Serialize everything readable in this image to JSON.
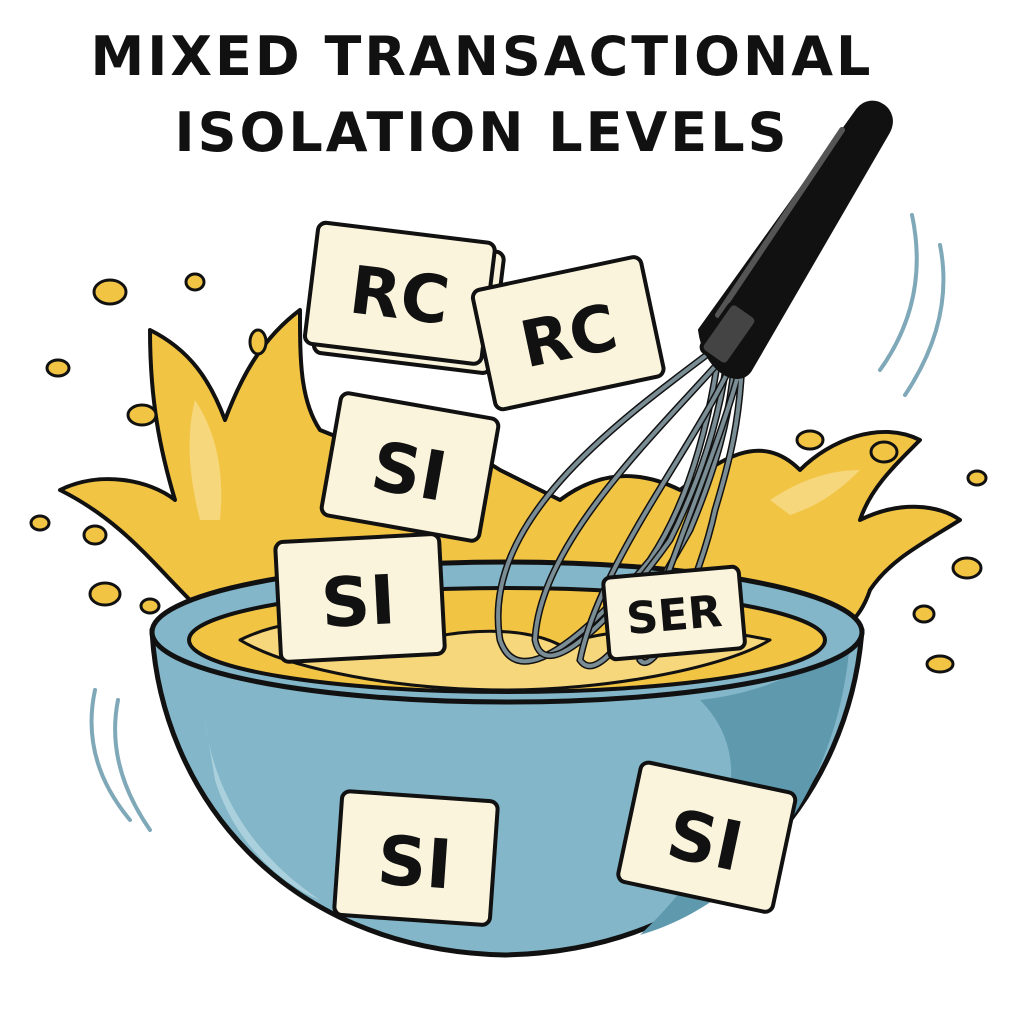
{
  "title": {
    "line1": "MIXED TRANSACTIONAL",
    "line2": "ISOLATION LEVELS"
  },
  "tiles": {
    "rc_back": "RC",
    "rc_front": "RC",
    "si_upper": "SI",
    "si_middle": "SI",
    "ser": "SER",
    "si_bowl_left": "SI",
    "si_bowl_right": "SI"
  },
  "colors": {
    "batter": "#f2c443",
    "batter_light": "#f7d77c",
    "bowl": "#82b6c8",
    "bowl_dark": "#5e99ae",
    "tile": "#fbf4dc",
    "outline": "#111111",
    "whisk_wire": "#7a8c94",
    "handle": "#111111",
    "motion_lines": "#7fa8b8"
  },
  "icons": [
    "mixing-bowl-icon",
    "whisk-icon",
    "batter-splash-icon"
  ]
}
